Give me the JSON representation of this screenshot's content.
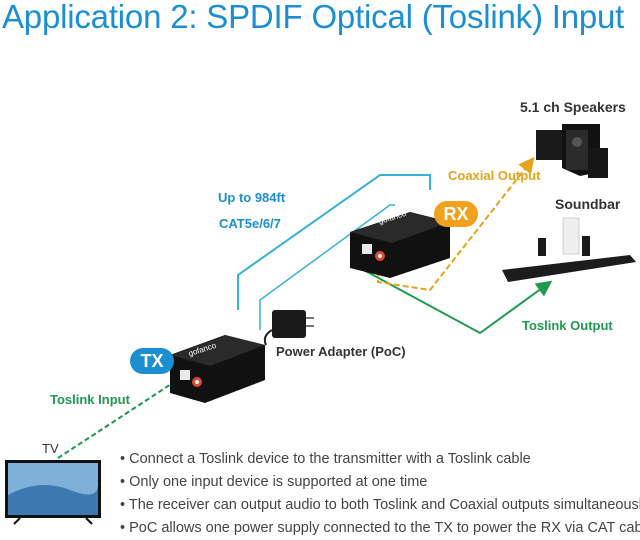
{
  "title": "Application 2: SPDIF Optical (Toslink) Input",
  "labels": {
    "speakers": "5.1 ch Speakers",
    "coaxial_output": "Coaxial Output",
    "up_to": "Up to 984ft",
    "cable": "CAT5e/6/7",
    "soundbar": "Soundbar",
    "rx": "RX",
    "tx": "TX",
    "power_adapter": "Power Adapter (PoC)",
    "toslink_output": "Toslink Output",
    "toslink_input": "Toslink Input",
    "tv": "TV",
    "brand_tx": "gofanco",
    "brand_rx": "gofanco"
  },
  "notes": [
    "Connect a Toslink device to the transmitter with a Toslink cable",
    "Only one input device is supported at one time",
    "The receiver can output audio to both Toslink and Coaxial outputs simultaneously",
    "PoC allows one power supply connected to the TX to power the RX via CAT cable"
  ],
  "colors": {
    "title": "#1b8fd1",
    "cat_cable": "#3ab0d8",
    "toslink": "#1e9a4e",
    "coaxial": "#e6a21c",
    "badge_tx": "#1b8fd1",
    "badge_rx": "#f0a11e"
  }
}
